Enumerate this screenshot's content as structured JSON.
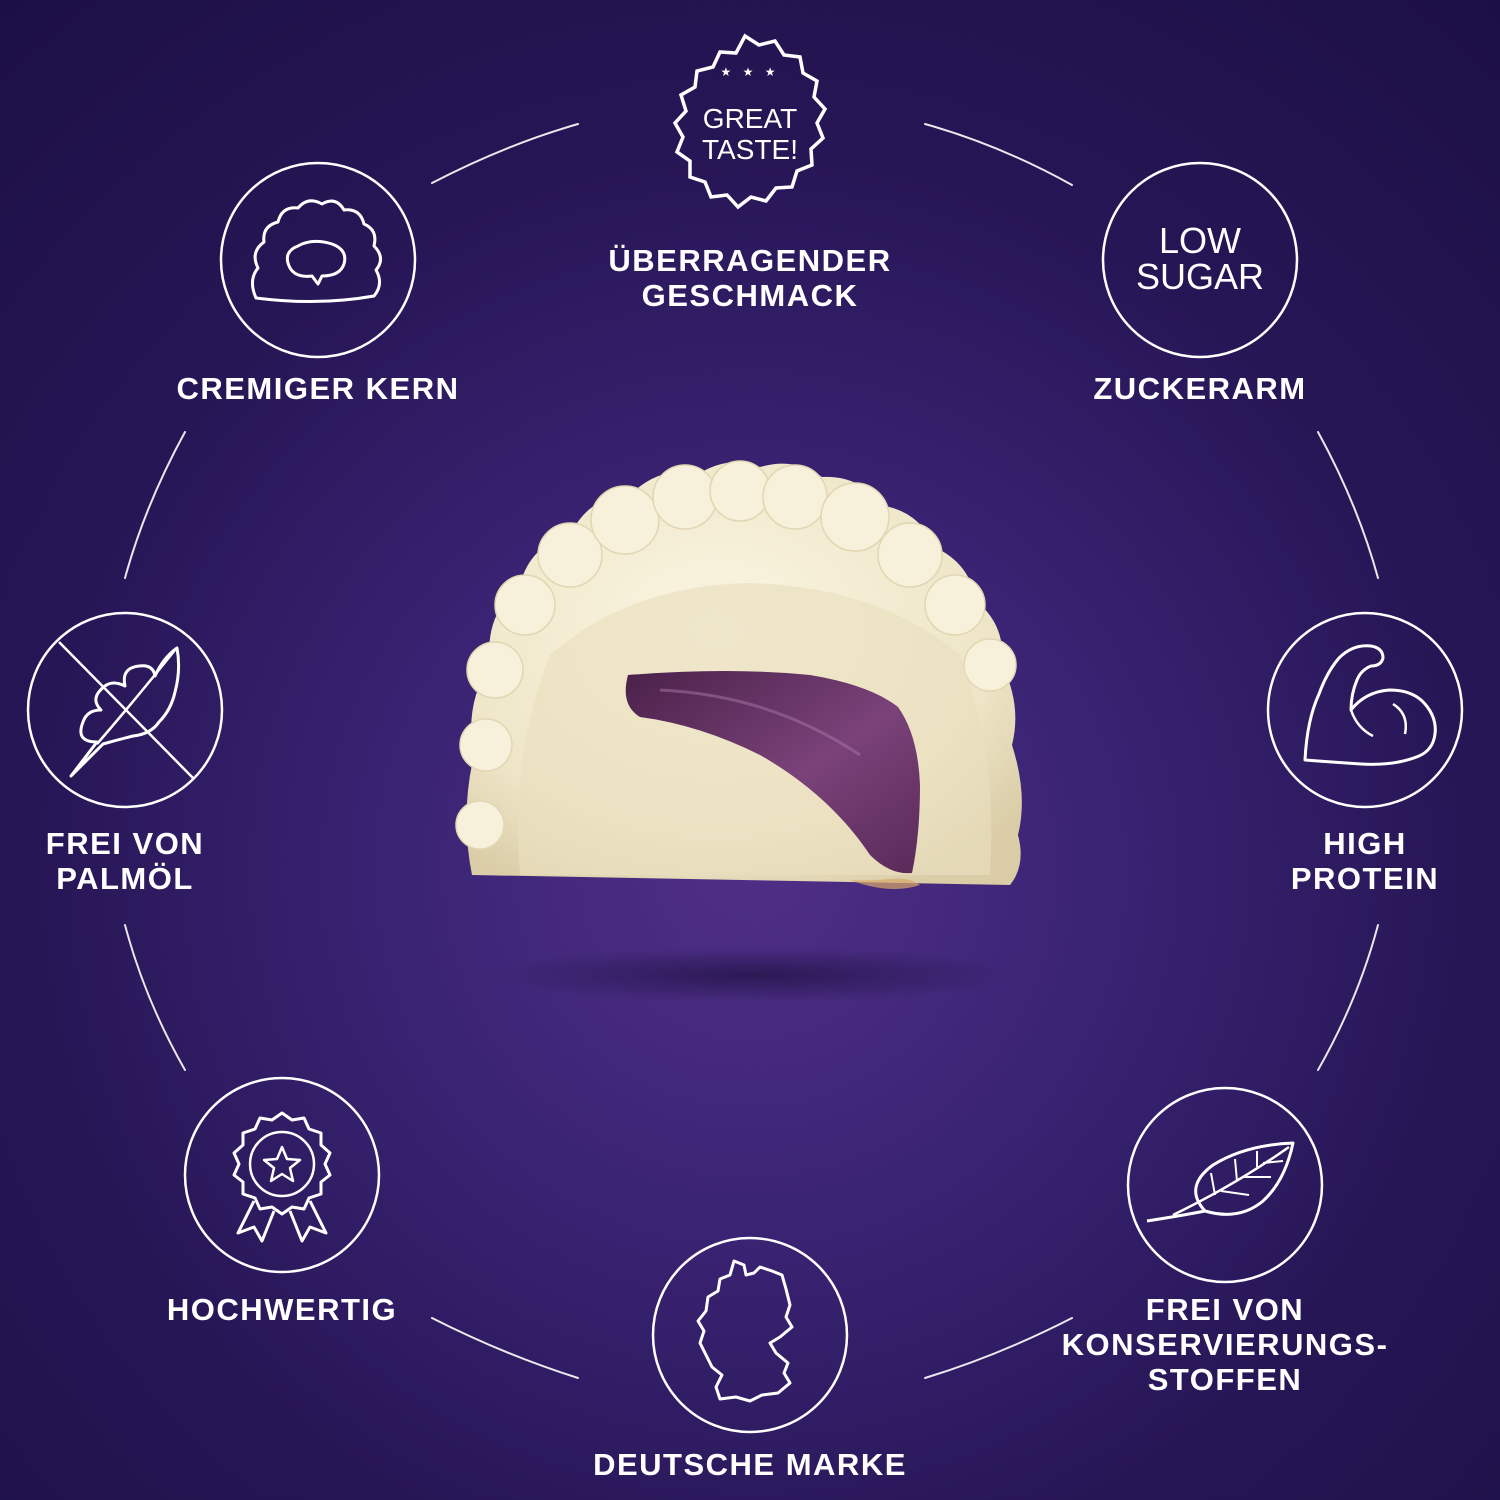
{
  "background": {
    "color_top": "#1c0f45",
    "color_center": "#4f2f86",
    "line_color": "#ffffff"
  },
  "badge": {
    "text_line1": "GREAT",
    "text_line2": "TASTE!",
    "stars": "★ ★ ★",
    "icon": "scalloped-seal-icon"
  },
  "features": [
    {
      "id": "taste",
      "label": "ÜBERRAGENDER\nGESCHMACK",
      "icon": "great-taste-seal-icon"
    },
    {
      "id": "core",
      "label": "CREMIGER KERN",
      "icon": "filled-praline-icon"
    },
    {
      "id": "sugar",
      "label": "ZUCKERARM",
      "icon": "low-sugar-text-icon",
      "icon_text_line1": "LOW",
      "icon_text_line2": "SUGAR"
    },
    {
      "id": "palm",
      "label": "FREI VON\nPALMÖL",
      "icon": "crossed-palm-leaf-icon"
    },
    {
      "id": "protein",
      "label": "HIGH\nPROTEIN",
      "icon": "flexed-arm-icon"
    },
    {
      "id": "quality",
      "label": "HOCHWERTIG",
      "icon": "award-rosette-star-icon"
    },
    {
      "id": "preservatives",
      "label": "FREI VON\nKONSERVIERUNGS-\nSTOFFEN",
      "icon": "leaf-icon"
    },
    {
      "id": "german",
      "label": "DEUTSCHE MARKE",
      "icon": "germany-map-icon"
    }
  ],
  "product": {
    "icon": "white-praline-cross-section",
    "body_color": "#f3ecd6",
    "filling_color": "#6b3a6b"
  }
}
